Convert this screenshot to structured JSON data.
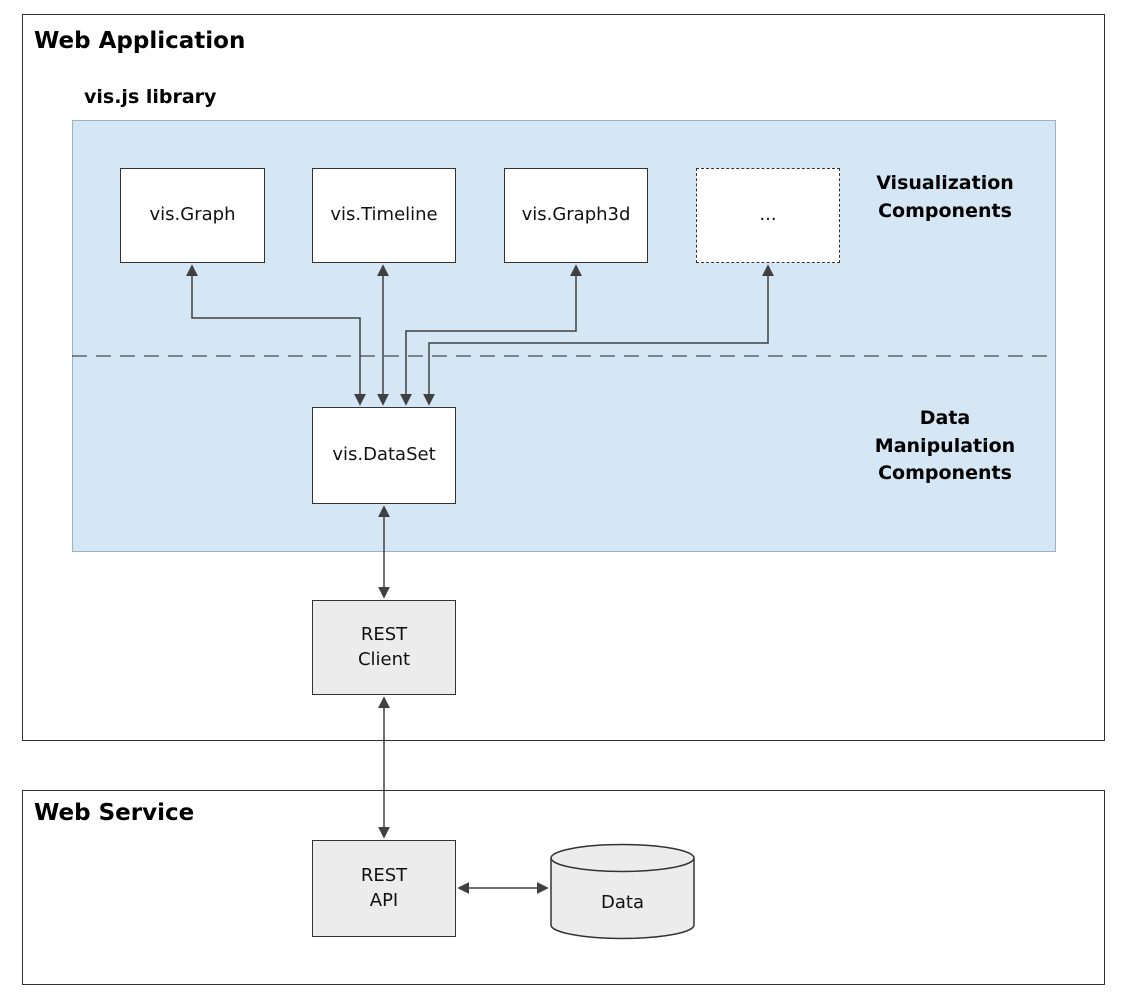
{
  "web_application": {
    "title": "Web Application",
    "vis_library": {
      "title": "vis.js library",
      "visualization_components": {
        "boxes": [
          {
            "label": "vis.Graph"
          },
          {
            "label": "vis.Timeline"
          },
          {
            "label": "vis.Graph3d"
          },
          {
            "label": "..."
          }
        ],
        "section_label": "Visualization\nComponents"
      },
      "data_manipulation_components": {
        "dataset_box_label": "vis.DataSet",
        "section_label": "Data\nManipulation\nComponents"
      }
    },
    "rest_client": {
      "label": "REST\nClient"
    }
  },
  "web_service": {
    "title": "Web Service",
    "rest_api": {
      "label": "REST\nAPI"
    },
    "data_store": {
      "label": "Data"
    }
  },
  "colors": {
    "library_fill": "#d5e6f5",
    "grey_box_fill": "#ececec",
    "box_stroke": "#333333",
    "arrow": "#404040"
  }
}
